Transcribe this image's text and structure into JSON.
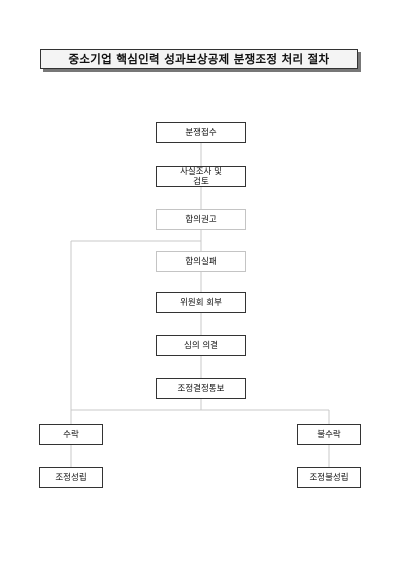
{
  "title": "중소기업 핵심인력 성과보상공제 분쟁조정 처리 절차",
  "steps": {
    "receipt": "분쟁접수",
    "review": "사실조사 및\n검토",
    "recommend": "합의권고",
    "fail": "합의실패",
    "committee": "위원회 회부",
    "deliberation": "심의 의결",
    "notice": "조정결정통보",
    "accept": "수락",
    "reject": "불수락",
    "success": "조정성립",
    "failure": "조정불성립"
  }
}
